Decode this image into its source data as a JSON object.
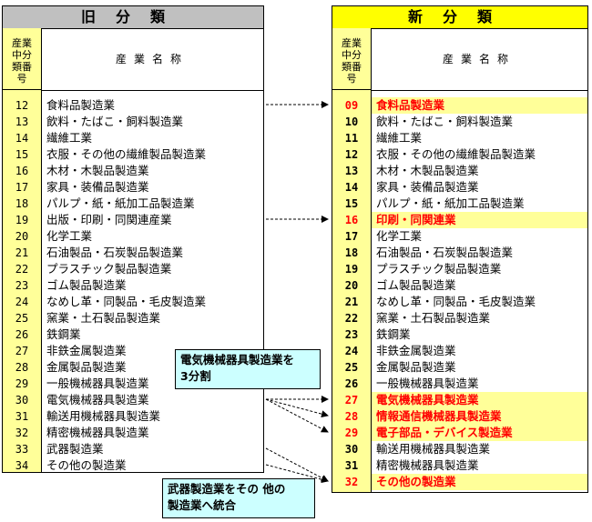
{
  "old": {
    "title": "旧分類",
    "code_header": [
      "産業",
      "中分",
      "類番",
      "号"
    ],
    "name_header": "産業名称",
    "rows": [
      {
        "code": "12",
        "name": "食料品製造業"
      },
      {
        "code": "13",
        "name": "飲料・たばこ・飼料製造業"
      },
      {
        "code": "14",
        "name": "繊維工業"
      },
      {
        "code": "15",
        "name": "衣服・その他の繊維製品製造業"
      },
      {
        "code": "16",
        "name": "木材・木製品製造業"
      },
      {
        "code": "17",
        "name": "家具・装備品製造業"
      },
      {
        "code": "18",
        "name": "パルプ・紙・紙加工品製造業"
      },
      {
        "code": "19",
        "name": "出版・印刷・同関連産業"
      },
      {
        "code": "20",
        "name": "化学工業"
      },
      {
        "code": "21",
        "name": "石油製品・石炭製品製造業"
      },
      {
        "code": "22",
        "name": "プラスチック製品製造業"
      },
      {
        "code": "23",
        "name": "ゴム製品製造業"
      },
      {
        "code": "24",
        "name": "なめし革・同製品・毛皮製造業"
      },
      {
        "code": "25",
        "name": "窯業・土石製品製造業"
      },
      {
        "code": "26",
        "name": "鉄鋼業"
      },
      {
        "code": "27",
        "name": "非鉄金属製造業"
      },
      {
        "code": "28",
        "name": "金属製品製造業"
      },
      {
        "code": "29",
        "name": "一般機械器具製造業"
      },
      {
        "code": "30",
        "name": "電気機械器具製造業"
      },
      {
        "code": "31",
        "name": "輸送用機械器具製造業"
      },
      {
        "code": "32",
        "name": "精密機械器具製造業"
      },
      {
        "code": "33",
        "name": "武器製造業"
      },
      {
        "code": "34",
        "name": "その他の製造業"
      }
    ]
  },
  "new": {
    "title": "新分類",
    "code_header": [
      "産業",
      "中分",
      "類番",
      "号"
    ],
    "name_header": "産業名称",
    "rows": [
      {
        "code": "09",
        "name": "食料品製造業",
        "hl": true
      },
      {
        "code": "10",
        "name": "飲料・たばこ・飼料製造業"
      },
      {
        "code": "11",
        "name": "繊維工業"
      },
      {
        "code": "12",
        "name": "衣服・その他の繊維製品製造業"
      },
      {
        "code": "13",
        "name": "木材・木製品製造業"
      },
      {
        "code": "14",
        "name": "家具・装備品製造業"
      },
      {
        "code": "15",
        "name": "パルプ・紙・紙加工品製造業"
      },
      {
        "code": "16",
        "name": "印刷・同関連業",
        "hl": true
      },
      {
        "code": "17",
        "name": "化学工業"
      },
      {
        "code": "18",
        "name": "石油製品・石炭製品製造業"
      },
      {
        "code": "19",
        "name": "プラスチック製品製造業"
      },
      {
        "code": "20",
        "name": "ゴム製品製造業"
      },
      {
        "code": "21",
        "name": "なめし革・同製品・毛皮製造業"
      },
      {
        "code": "22",
        "name": "窯業・土石製品製造業"
      },
      {
        "code": "23",
        "name": "鉄鋼業"
      },
      {
        "code": "24",
        "name": "非鉄金属製造業"
      },
      {
        "code": "25",
        "name": "金属製品製造業"
      },
      {
        "code": "26",
        "name": "一般機械器具製造業"
      },
      {
        "code": "27",
        "name": "電気機械器具製造業",
        "hl": true
      },
      {
        "code": "28",
        "name": "情報通信機械器具製造業",
        "hl": true
      },
      {
        "code": "29",
        "name": "電子部品・デバイス製造業",
        "hl": true
      },
      {
        "code": "30",
        "name": "輸送用機械器具製造業"
      },
      {
        "code": "31",
        "name": "精密機械器具製造業"
      },
      {
        "code": "32",
        "name": "その他の製造業",
        "hl": true
      }
    ]
  },
  "callouts": {
    "electric_split": [
      "電気機械器具製造業を",
      "3分割"
    ],
    "weapons_merge": [
      "武器製造業をその 他の",
      "製造業へ統合"
    ]
  },
  "colors": {
    "highlight": "#ffff99",
    "new_title_bg": "#ffff00",
    "old_title_bg": "#c0c0c0",
    "callout_bg": "#ccffff",
    "changed_text": "#ff0000"
  }
}
